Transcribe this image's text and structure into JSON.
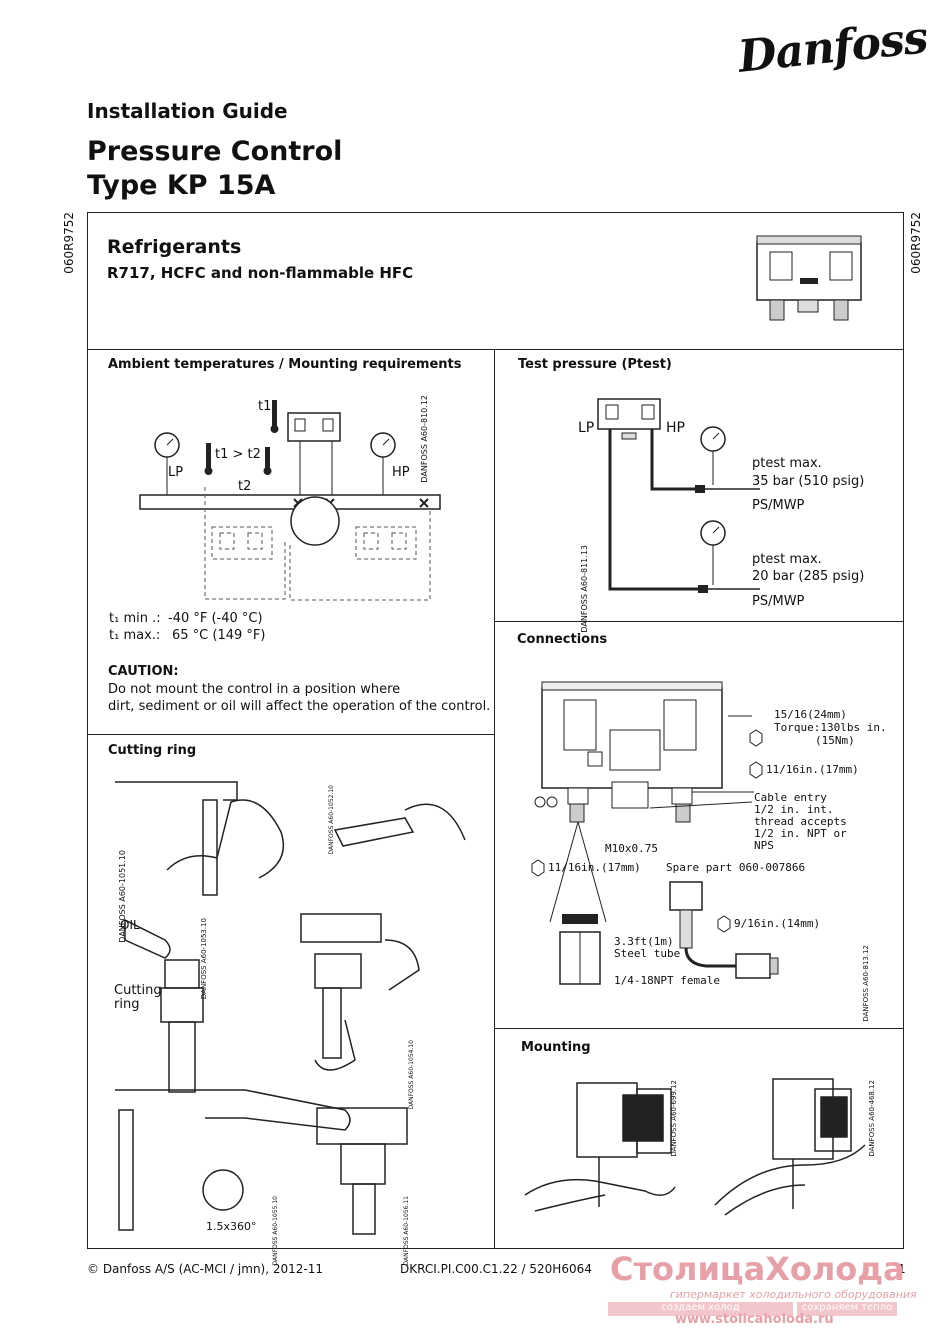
{
  "header": {
    "brand": "Danfoss",
    "doc_type": "Installation Guide",
    "title_line1": "Pressure Control",
    "title_line2": "Type KP 15A",
    "side_code": "060R9752"
  },
  "refrigerants": {
    "heading": "Refrigerants",
    "sub": "R717, HCFC and non-flammable HFC"
  },
  "ambient": {
    "heading": "Ambient temperatures / Mounting requirements",
    "code": "DANFOSS A60-810.12",
    "lp": "LP",
    "hp": "HP",
    "t1": "t1",
    "t_rel": "t1 > t2",
    "t2": "t2",
    "tmin_label": "t₁ min .:",
    "tmin_val": "-40 °F (-40 °C)",
    "tmax_label": "t₁ max.:",
    "tmax_val": "65 °C (149 °F)",
    "caution_head": "CAUTION:",
    "caution_l1": "Do not mount the control in a position where",
    "caution_l2": "dirt, sediment or oil will affect the operation of the control."
  },
  "test": {
    "heading": "Test pressure (Ptest)",
    "lp": "LP",
    "hp": "HP",
    "p1a": "ptest max.",
    "p1b": "35 bar (510 psig)",
    "ps1": "PS/MWP",
    "p2a": "ptest max.",
    "p2b": "20 bar (285 psig)",
    "ps2": "PS/MWP",
    "code": "DANFOSS A60-811.13"
  },
  "connections": {
    "heading": "Connections",
    "torque1": "15/16(24mm)",
    "torque2": "Torque:130lbs in.",
    "torque3": "(15Nm)",
    "nut1": "11/16in.(17mm)",
    "cable1": "Cable entry",
    "cable2": "1/2 in. int.",
    "cable3": "thread accepts",
    "cable4": "1/2 in. NPT or",
    "cable5": "NPS",
    "thread": "M10x0.75",
    "nut2": "11/16in.(17mm)",
    "spare": "Spare part 060-007866",
    "nut3": "9/16in.(14mm)",
    "tube1": "3.3ft(1m)",
    "tube2": "Steel tube",
    "npt": "1/4-18NPT female",
    "code": "DANFOSS A60-813.12"
  },
  "cutting": {
    "heading": "Cutting ring",
    "oil": "OIL",
    "ring1": "Cutting",
    "ring2": "ring",
    "turns": "1.5x360°",
    "code1": "DANFOSS A60-1051.10",
    "code2": "DANFOSS A60-1052.10",
    "code3": "DANFOSS A60-1053.10",
    "code4": "DANFOSS A60-1054.10",
    "code5": "DANFOSS A60-1055.10",
    "code6": "DANFOSS A60-1056.11"
  },
  "mounting": {
    "heading": "Mounting",
    "code1": "DANFOSS A60-699.12",
    "code2": "DANFOSS A60-468.12"
  },
  "footer": {
    "copy": "© Danfoss A/S (AC-MCI / jmn), 2012-11",
    "docno": "DKRCI.PI.C00.C1.22 / 520H6064",
    "page": "1"
  },
  "watermark": {
    "name": "СтолицаХолода",
    "tag": "гипермаркет холодильного оборудования",
    "s1": "создаем холод",
    "s2": "сохраняем тепло",
    "url": "www.stolicaholoda.ru"
  }
}
